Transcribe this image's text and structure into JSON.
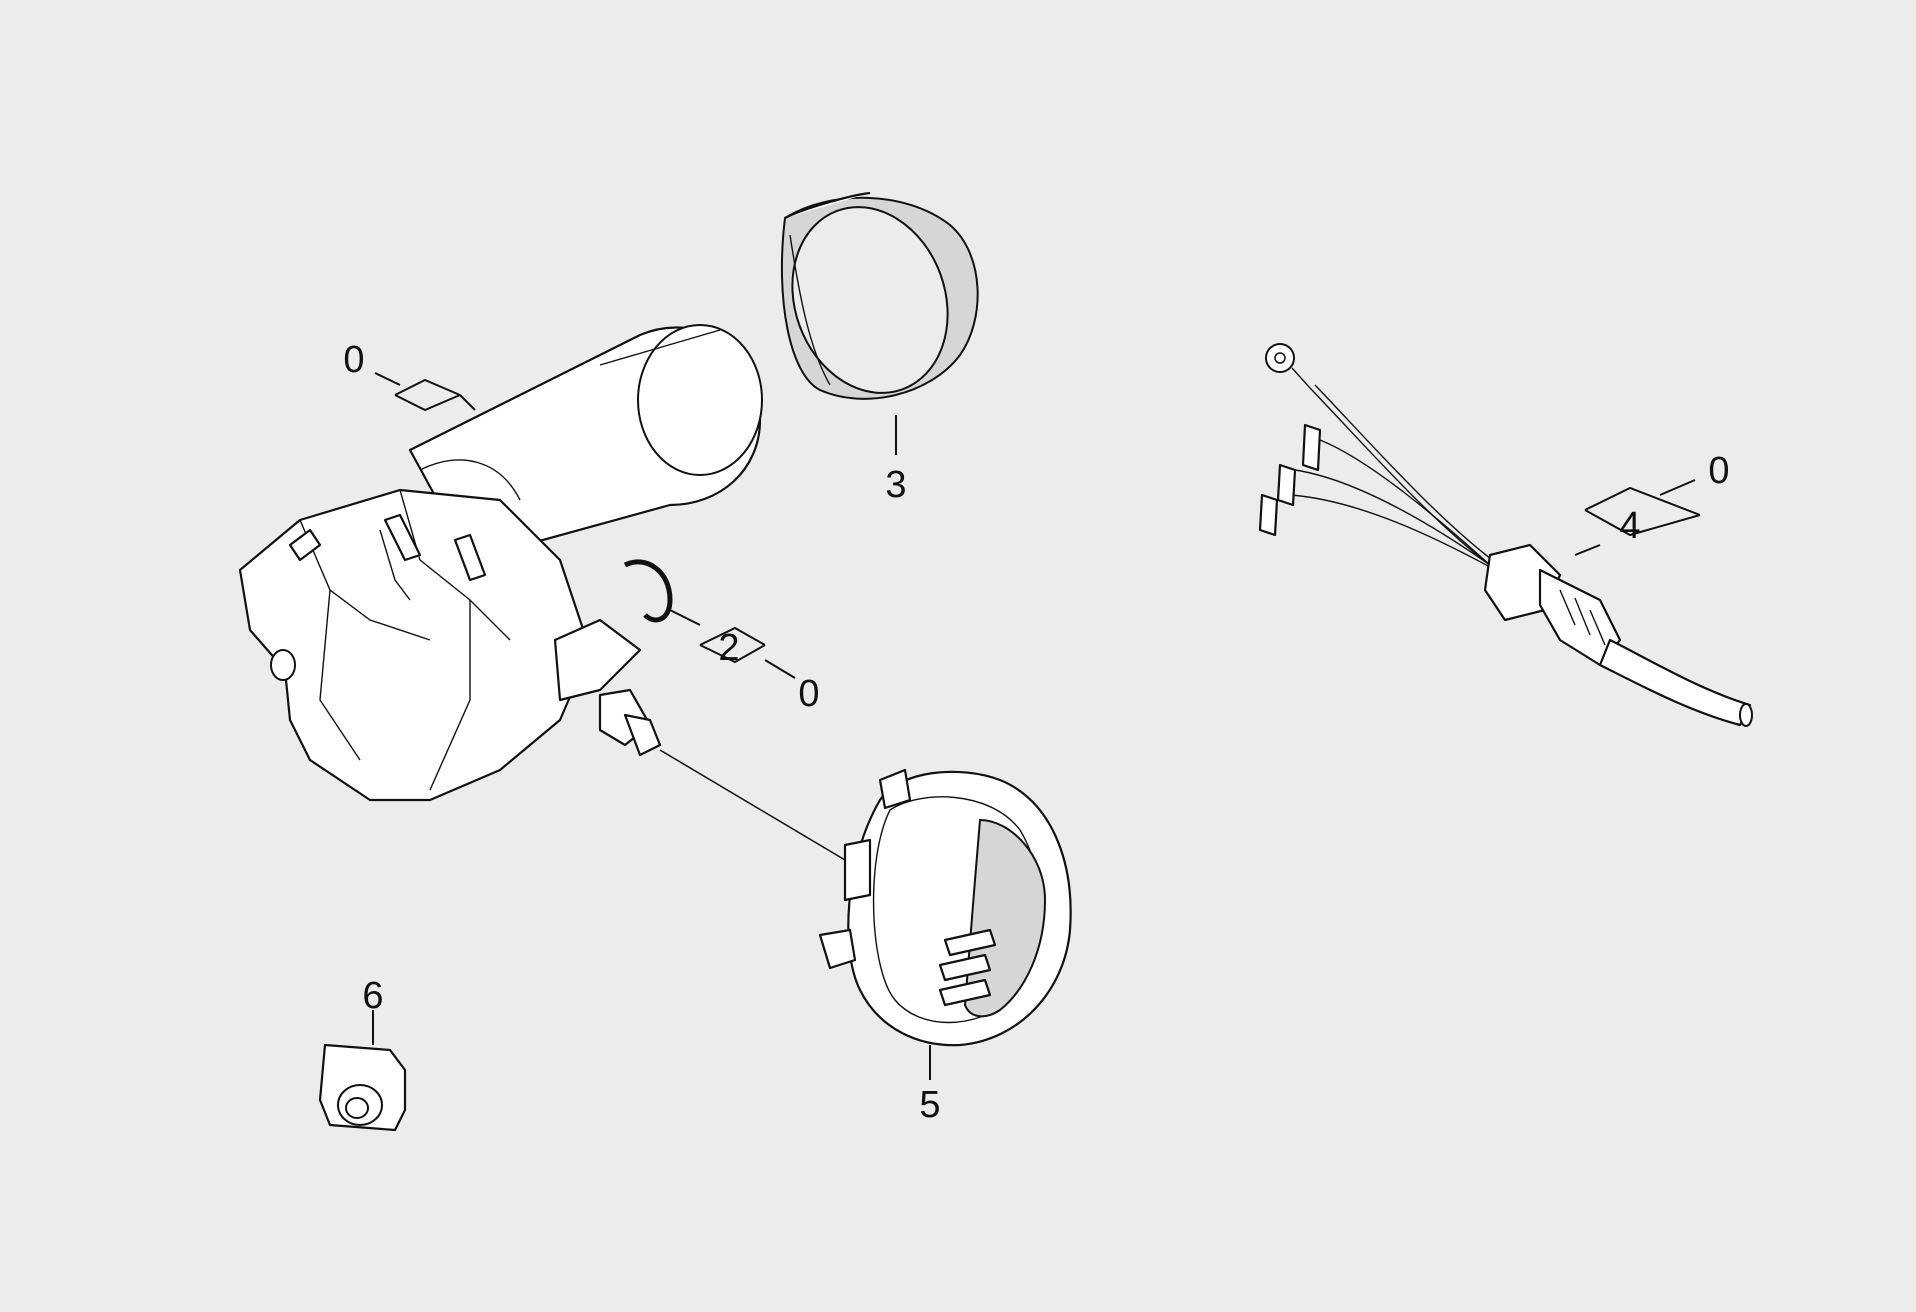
{
  "diagram": {
    "background_color": "#ececec",
    "line_color": "#111111",
    "callouts": [
      {
        "id": "c0a",
        "text": "0"
      },
      {
        "id": "c3",
        "text": "3"
      },
      {
        "id": "c2",
        "text": "2"
      },
      {
        "id": "c0b",
        "text": "0"
      },
      {
        "id": "c0c",
        "text": "0"
      },
      {
        "id": "c4",
        "text": "4"
      },
      {
        "id": "c6",
        "text": "6"
      },
      {
        "id": "c5",
        "text": "5"
      }
    ]
  }
}
